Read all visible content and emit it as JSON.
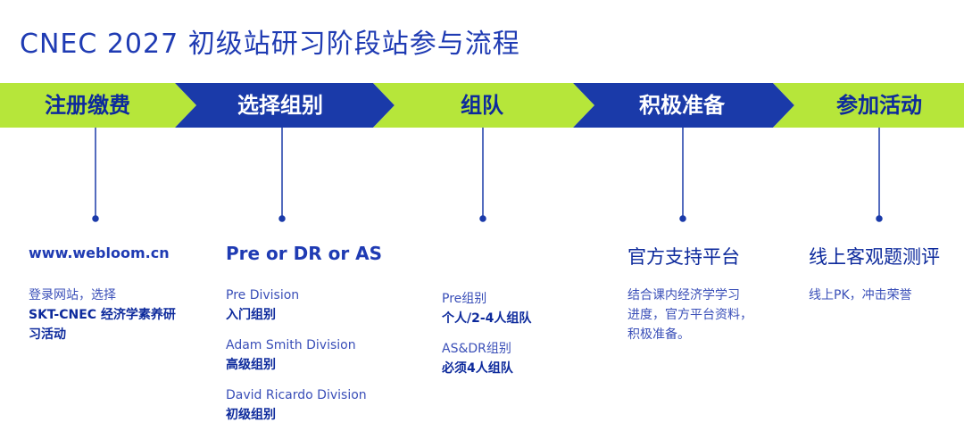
{
  "title": "CNEC 2027 初级站研习阶段站参与流程",
  "colors": {
    "lime": "#b6e63a",
    "blue": "#1a3aa9",
    "text_dark": "#0d2a9c",
    "text_mid": "#3a4fb8"
  },
  "steps": [
    {
      "label": "注册缴费"
    },
    {
      "label": "选择组别"
    },
    {
      "label": "组队"
    },
    {
      "label": "积极准备"
    },
    {
      "label": "参加活动"
    }
  ],
  "columns": [
    {
      "heading": "www.webloom.cn",
      "lines": [
        "登录网站，选择",
        "SKT-CNEC 经济学素养研",
        "习活动"
      ]
    },
    {
      "heading": "Pre or DR or AS",
      "groups": [
        {
          "name": "Pre Division",
          "level": "入门组别"
        },
        {
          "name": "Adam Smith Division",
          "level": "高级组别"
        },
        {
          "name": "David Ricardo Division",
          "level": "初级组别"
        }
      ]
    },
    {
      "heading": "",
      "groups": [
        {
          "name": "Pre组别",
          "level": "个人/2-4人组队"
        },
        {
          "name": "AS&DR组别",
          "level": "必须4人组队"
        }
      ]
    },
    {
      "heading": "官方支持平台",
      "lines": [
        "结合课内经济学学习",
        "进度，官方平台资料，",
        "积极准备。"
      ]
    },
    {
      "heading": "线上客观题测评",
      "lines": [
        "线上PK，冲击荣誉"
      ]
    }
  ]
}
